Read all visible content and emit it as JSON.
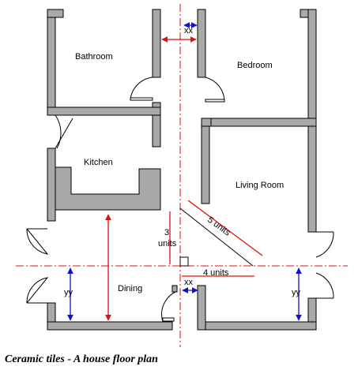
{
  "caption": "Ceramic tiles - A house floor plan",
  "rooms": {
    "bathroom": "Bathroom",
    "bedroom": "Bedroom",
    "kitchen": "Kitchen",
    "living_room": "Living Room",
    "dining": "Dining"
  },
  "dimensions": {
    "top_gap": "xx",
    "bottom_gap": "xx",
    "left_height": "yy",
    "right_height": "yy",
    "vertical_leg": [
      "3",
      "units"
    ],
    "horizontal_leg": "4 units",
    "hypotenuse": "5 units"
  },
  "colors": {
    "wall_fill": "#a9a9a9",
    "axis_line": "#e01010",
    "dimension_red": "#e01010",
    "dimension_blue": "#1010d0"
  }
}
